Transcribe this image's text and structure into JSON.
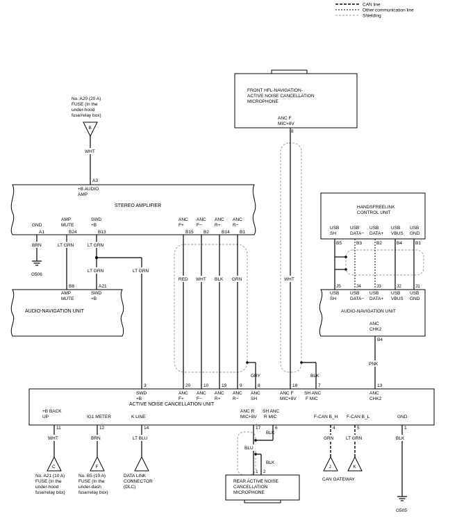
{
  "legend": {
    "can_line": "CAN line",
    "other_comm": "Other communication line",
    "shielding": "Shielding"
  },
  "fuse_a20": {
    "line1": "No. A20 (20 A)",
    "line2": "FUSE (In the",
    "line3": "under-hood",
    "line4": "fuse/relay box)",
    "tag": "B",
    "wire": "WHT",
    "pin": "A3"
  },
  "stereo_amp": {
    "title": "STEREO AMPLIFIER",
    "b_audio_amp_1": "+B AUDIO",
    "b_audio_amp_2": "AMP",
    "gnd_label": "GND",
    "gnd_pin": "A1",
    "amp_mute_1": "AMP",
    "amp_mute_2": "MUTE",
    "amp_mute_pin": "B24",
    "swd_1": "SWD",
    "swd_2": "+B",
    "swd_pin": "B13",
    "anc_fp_1": "ANC",
    "anc_fp_2": "F+",
    "anc_fp_pin": "B15",
    "anc_fm_1": "ANC",
    "anc_fm_2": "F−",
    "anc_fm_pin": "B2",
    "anc_rp_1": "ANC",
    "anc_rp_2": "R+",
    "anc_rp_pin": "B14",
    "anc_rm_1": "ANC",
    "anc_rm_2": "R−",
    "anc_rm_pin": "B1"
  },
  "wires": {
    "brn": "BRN",
    "ltgrn1": "LT GRN",
    "ltgrn2": "LT GRN",
    "ltgrn3": "LT GRN",
    "ltgrn4": "LT GRN",
    "red": "RED",
    "wht": "WHT",
    "blk": "BLK",
    "grn": "GRN",
    "gry": "GRY",
    "wht_mic": "WHT",
    "blk_sh": "BLK",
    "pnk": "PNK"
  },
  "g506": "G506",
  "audio_nav_left": {
    "title": "AUDIO-NAVIGATION UNIT",
    "amp_mute_1": "AMP",
    "amp_mute_2": "MUTE",
    "amp_mute_pin": "B8",
    "swd_1": "SWD",
    "swd_2": "+B",
    "swd_pin": "A21"
  },
  "front_mic": {
    "line1": "FRONT HFL-NAVIGATION-",
    "line2": "ACTIVE NOISE CANCELLATION",
    "line3": "MICROPHONE",
    "pin_1": "ANC F",
    "pin_2": "MIC+8V",
    "pin": "8"
  },
  "hfl_unit": {
    "line1": "HANDSFREELINK",
    "line2": "CONTROL UNIT",
    "usb_sh_1": "USB",
    "usb_sh_2": "SH",
    "usb_sh_pin": "B5",
    "usb_dm_1": "USB",
    "usb_dm_2": "DATA−",
    "usb_dm_pin": "B3",
    "usb_dp_1": "USB",
    "usb_dp_2": "DATA+",
    "usb_dp_pin": "B2",
    "usb_vbus_1": "USB",
    "usb_vbus_2": "VBUS",
    "usb_vbus_pin": "B4",
    "usb_gnd_1": "USB",
    "usb_gnd_2": "GND",
    "usb_gnd_pin": "B1"
  },
  "audio_nav_right": {
    "title": "AUDIO-NAVIGATION UNIT",
    "usb_sh_pin": "J5",
    "usb_dm_pin": "J4",
    "usb_dp_pin": "J3",
    "usb_vbus_pin": "J2",
    "usb_gnd_pin": "J1",
    "usb_sh_1": "USB",
    "usb_sh_2": "SH",
    "usb_dm_1": "USB",
    "usb_dm_2": "DATA−",
    "usb_dp_1": "USB",
    "usb_dp_2": "DATA+",
    "usb_vbus_1": "USB",
    "usb_vbus_2": "VBUS",
    "usb_gnd_1": "USB",
    "usb_gnd_2": "GND",
    "anc_chk_1": "ANC",
    "anc_chk_2": "CHK2",
    "anc_chk_pin": "B4"
  },
  "anc_unit": {
    "title": "ACTIVE NOISE CANCELLATION UNIT",
    "swd_1": "SWD",
    "swd_2": "+B",
    "swd_pin": "3",
    "anc_fp_1": "ANC",
    "anc_fp_2": "F+",
    "anc_fp_pin": "20",
    "anc_fm_1": "ANC",
    "anc_fm_2": "F−",
    "anc_fm_pin": "10",
    "anc_rp_1": "ANC",
    "anc_rp_2": "R+",
    "anc_rp_pin": "19",
    "anc_rm_1": "ANC",
    "anc_rm_2": "R−",
    "anc_rm_pin": "9",
    "anc_sh_1": "ANC",
    "anc_sh_2": "SH",
    "anc_sh_pin": "8",
    "anc_fmic_1": "ANC F",
    "anc_fmic_2": "MIC+8V",
    "anc_fmic_pin": "18",
    "sh_anc_f_1": "SH ANC",
    "sh_anc_f_2": "F MIC",
    "sh_anc_f_pin": "7",
    "anc_chk_1": "ANC",
    "anc_chk_2": "CHK2",
    "anc_chk_pin": "13",
    "b_backup_1": "+B BACK",
    "b_backup_2": "UP",
    "b_backup_pin": "11",
    "ig1_meter": "IG1 METER",
    "ig1_pin": "12",
    "k_line": "K LINE",
    "k_line_pin": "14",
    "anc_rmic_1": "ANC R",
    "anc_rmic_2": "MIC+8V",
    "anc_rmic_pin": "17",
    "sh_anc_r_1": "SH ANC",
    "sh_anc_r_2": "R MIC",
    "sh_anc_r_pin": "6",
    "fcan_h": "F-CAN B_H",
    "fcan_h_pin": "4",
    "fcan_l": "F-CAN B_L",
    "fcan_l_pin": "5",
    "gnd": "GND",
    "gnd_pin": "1"
  },
  "bottom": {
    "wht": "WHT",
    "brn": "BRN",
    "ltblu": "LT BLU",
    "blu": "BLU",
    "blk1": "BLK",
    "blk2": "BLK",
    "grn": "GRN",
    "ltgrn": "LT GRN",
    "blk_gnd": "BLK",
    "fuse_a21": {
      "line1": "No. A21 (10 A)",
      "line2": "FUSE (In the",
      "line3": "under-hood",
      "line4": "fuse/relay box)",
      "tag": "C"
    },
    "fuse_b5": {
      "line1": "No. B5 (10 A)",
      "line2": "FUSE (In the",
      "line3": "under-dash",
      "line4": "fuse/relay box)",
      "tag": "F"
    },
    "dlc": {
      "line1": "DATA LINK",
      "line2": "CONNECTOR",
      "line3": "(DLC)"
    },
    "rear_mic": {
      "line1": "REAR ACTIVE NOISE",
      "line2": "CANCELLATION",
      "line3": "MICROPHONE",
      "pin1": "1",
      "pin2": "2"
    },
    "can_gateway": "CAN GATEWAY",
    "tag_j": "J",
    "tag_k": "K",
    "g505": "G505"
  }
}
